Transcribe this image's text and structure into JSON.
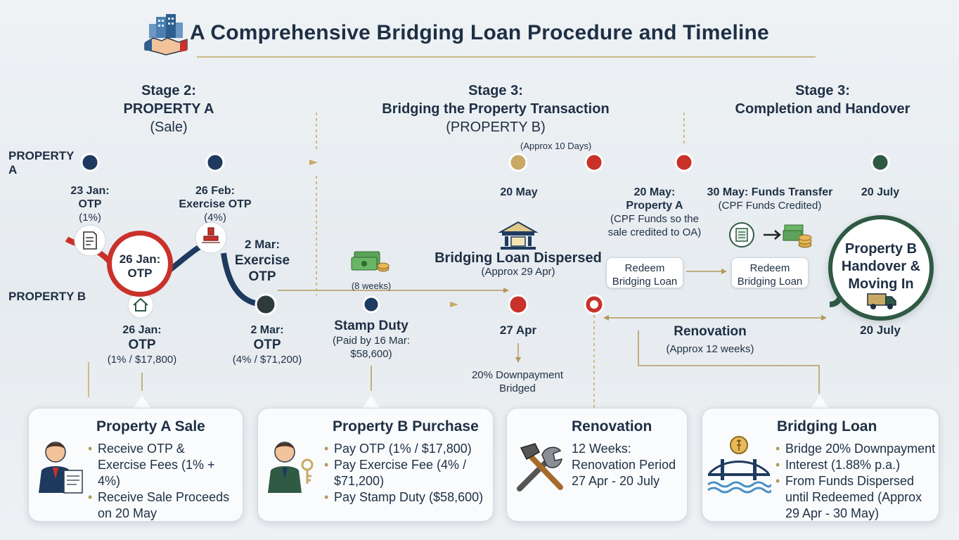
{
  "title": "A Comprehensive Bridging Loan Procedure and Timeline",
  "stages": {
    "s2": {
      "l1": "Stage 2:",
      "l2": "PROPERTY A",
      "l3": "(Sale)"
    },
    "s3a": {
      "l1": "Stage 3:",
      "l2": "Bridging the Property Transaction",
      "l3": "(PROPERTY B)"
    },
    "s3b": {
      "l1": "Stage 3:",
      "l2": "Completion and Handover"
    }
  },
  "rows": {
    "a_l1": "PROPERTY",
    "a_l2": "A",
    "b": "PROPERTY B"
  },
  "top": {
    "approx10": "(Approx 10 Days)",
    "jan23": {
      "l1": "23 Jan:",
      "l2": "OTP",
      "l3": "(1%)"
    },
    "feb26": {
      "l1": "26 Feb:",
      "l2": "Exercise OTP",
      "l3": "(4%)"
    },
    "may20": "20 May",
    "may20b": {
      "l1": "20 May:",
      "l2": "Property A",
      "l3": "(CPF Funds so the",
      "l4": "sale credited to OA)"
    },
    "may30": {
      "l1": "30 May: Funds Transfer",
      "l2": "(CPF Funds Credited)"
    },
    "jul20": "20 July"
  },
  "mid": {
    "jan26c": {
      "l1": "26 Jan:",
      "l2": "OTP"
    },
    "mar2": {
      "l1": "2 Mar:",
      "l2": "Exercise",
      "l3": "OTP"
    },
    "weeks8": "(8 weeks)",
    "dispersed": {
      "l1": "Bridging Loan Dispersed",
      "l2": "(Approx 29 Apr)"
    },
    "redeem1": {
      "l1": "Redeem",
      "l2": "Bridging Loan"
    },
    "redeem2": {
      "l1": "Redeem",
      "l2": "Bridging Loan"
    },
    "handover": {
      "l1": "Property B",
      "l2": "Handover &",
      "l3": "Moving In"
    }
  },
  "bottom": {
    "jan26": {
      "l1": "26 Jan:",
      "l2": "OTP",
      "l3": "(1% / $17,800)"
    },
    "mar2": {
      "l1": "2 Mar:",
      "l2": "OTP",
      "l3": "(4% / $71,200)"
    },
    "stamp": {
      "l1": "Stamp Duty",
      "l2": "(Paid by 16 Mar:",
      "l3": "$58,600)"
    },
    "apr27": "27 Apr",
    "down": {
      "l1": "20% Downpayment",
      "l2": "Bridged"
    },
    "renov": {
      "l1": "Renovation",
      "l2": "(Approx 12 weeks)"
    },
    "jul20": "20 July"
  },
  "cards": {
    "a": {
      "title": "Property A Sale",
      "items": [
        "Receive OTP & Exercise Fees (1% + 4%)",
        "Receive Sale Proceeds on 20 May"
      ]
    },
    "b": {
      "title": "Property B Purchase",
      "items": [
        "Pay OTP (1% / $17,800)",
        "Pay Exercise Fee (4% / $71,200)",
        "Pay Stamp Duty ($58,600)"
      ]
    },
    "c": {
      "title": "Renovation",
      "l1": "12 Weeks:",
      "l2": "Renovation Period",
      "l3": "27 Apr - 20 July"
    },
    "d": {
      "title": "Bridging Loan",
      "items": [
        "Bridge 20% Downpayment",
        "Interest (1.88% p.a.)",
        "From Funds Dispersed until Redeemed (Approx 29 Apr - 30 May)"
      ]
    }
  },
  "colors": {
    "navy": "#1e3a5f",
    "red": "#c9312b",
    "gold": "#c8a964",
    "green": "#2f5a44"
  }
}
